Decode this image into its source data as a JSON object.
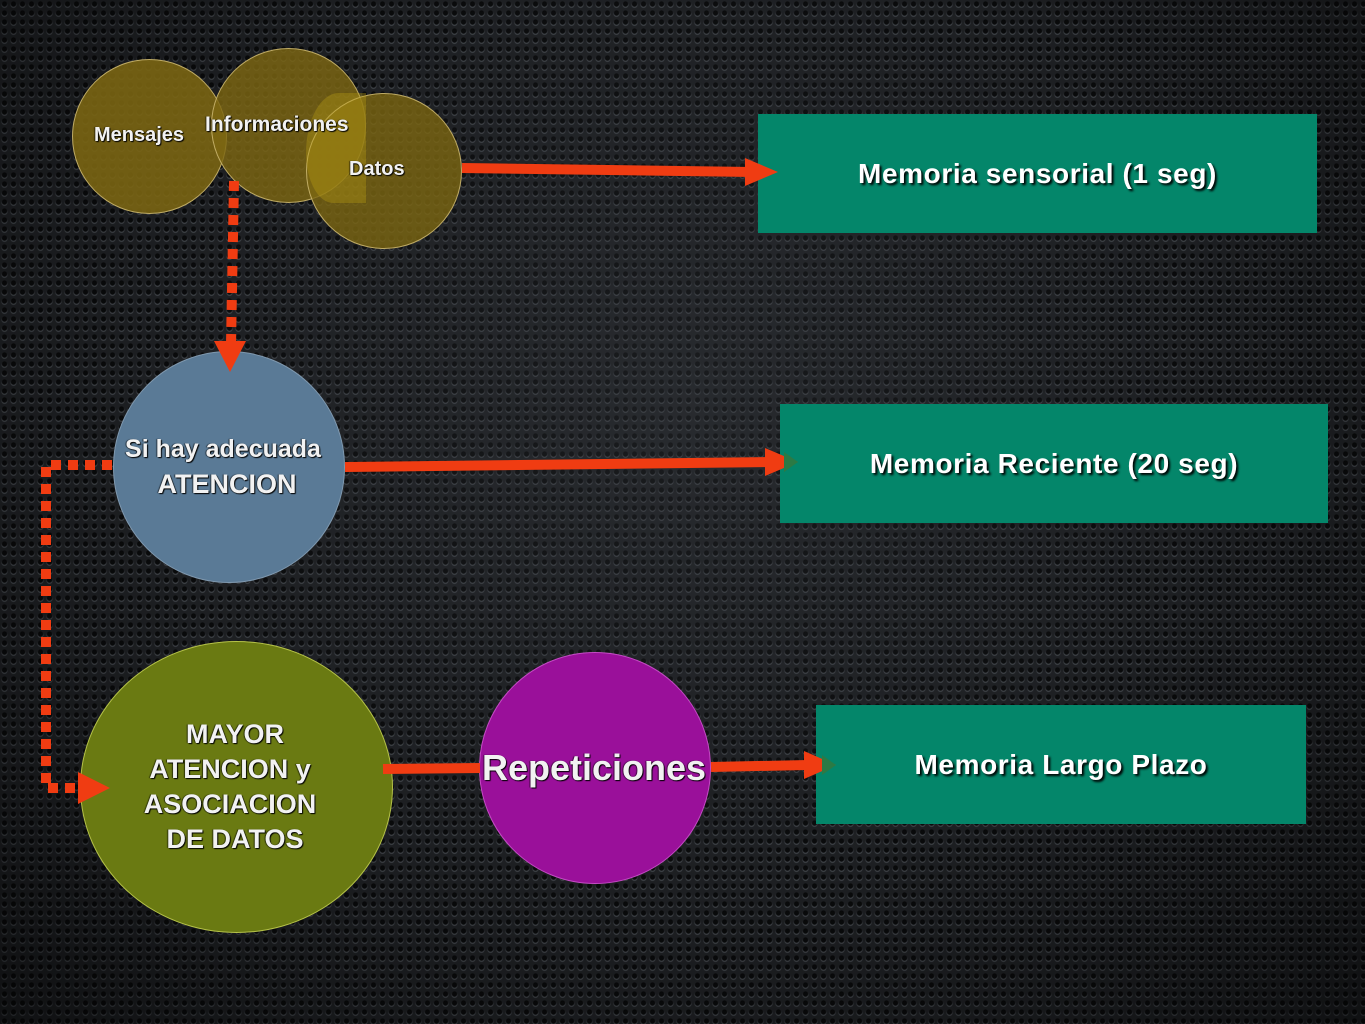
{
  "sources": {
    "mensajes": "Mensajes",
    "informaciones": "Informaciones",
    "datos": "Datos"
  },
  "stages": {
    "atencion_line1": "Si hay adecuada",
    "atencion_line2": "ATENCION",
    "asociacion_line1": "MAYOR",
    "asociacion_line2": "ATENCION y",
    "asociacion_line3": "ASOCIACION",
    "asociacion_line4": "DE DATOS",
    "repeticiones": "Repeticiones"
  },
  "memories": {
    "sensorial": "Memoria sensorial (1 seg)",
    "reciente": "Memoria Reciente (20 seg)",
    "largo_plazo": "Memoria Largo Plazo"
  },
  "colors": {
    "gold_circles": "#7c6612",
    "atencion_circle": "#5a7a96",
    "asociacion_circle": "#6a7a12",
    "repeticiones_circle": "#9a109a",
    "memory_boxes": "#04866a",
    "arrows": "#f03c12"
  }
}
